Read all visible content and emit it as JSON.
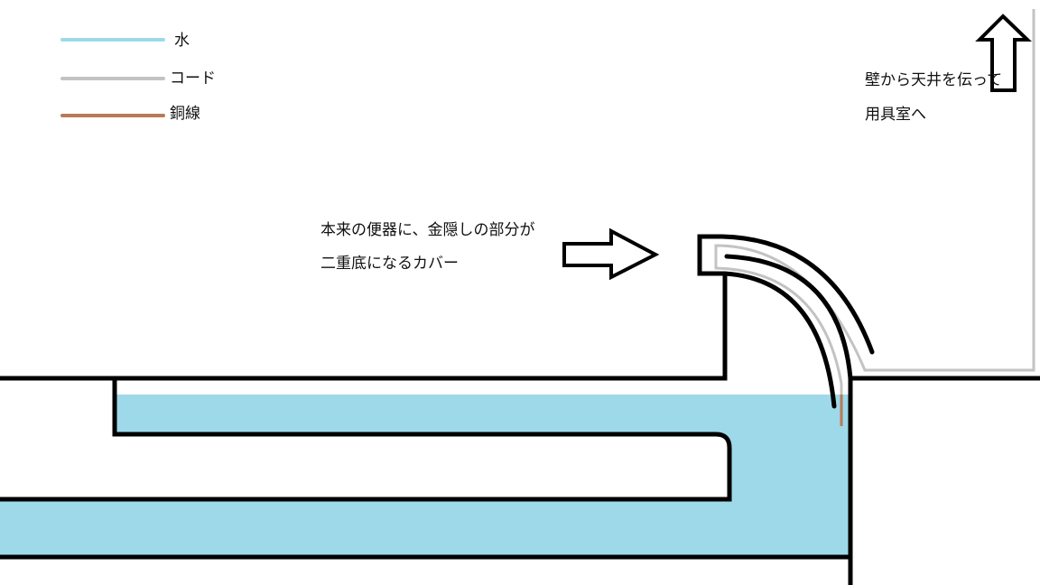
{
  "legend": {
    "items": [
      {
        "label": "水",
        "color": "#9dd9e9"
      },
      {
        "label": "コード",
        "color": "#c3c3c3"
      },
      {
        "label": "銅線",
        "color": "#b97a57"
      }
    ]
  },
  "annotations": {
    "cover_line1": "本来の便器に、金隠しの部分が",
    "cover_line2": "二重底になるカバー",
    "route_line1": "壁から天井を伝って",
    "route_line2": "用具室へ"
  },
  "colors": {
    "water": "#9dd9e9",
    "cord": "#c3c3c3",
    "copper": "#b97a57",
    "outline": "#000000"
  }
}
